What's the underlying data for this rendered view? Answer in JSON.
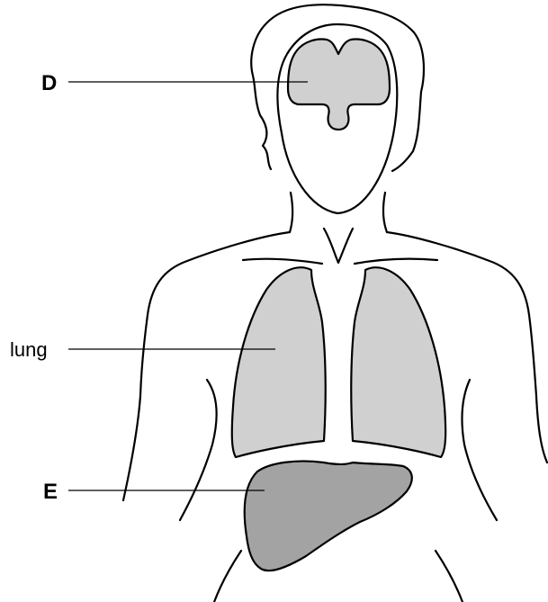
{
  "labels": {
    "d": "D",
    "lung": "lung",
    "e": "E"
  },
  "colors": {
    "organ_light": "#d0d0d0",
    "organ_dark": "#a3a3a3",
    "outline": "#000000"
  }
}
